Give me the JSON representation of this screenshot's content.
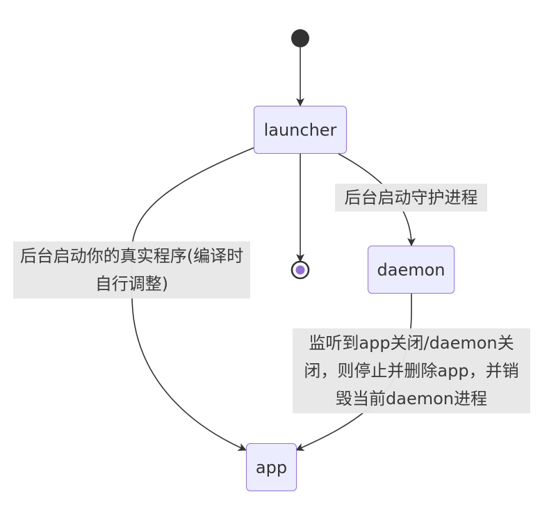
{
  "diagram": {
    "nodes": {
      "launcher": "launcher",
      "daemon": "daemon",
      "app": "app"
    },
    "edge_labels": {
      "launcher_to_daemon": "后台启动守护进程",
      "launcher_to_app": "后台启动你的真实程序(编译时自行调整)",
      "daemon_to_app": "监听到app关闭/daemon关闭，则停止并删除app，并销毁当前daemon进程"
    },
    "colors": {
      "node_fill": "#ECECFF",
      "node_border": "#9370DB",
      "edge": "#333333",
      "label_bg": "#E8E8E8",
      "start_dot": "#333333",
      "end_inner": "#9370DB"
    }
  }
}
